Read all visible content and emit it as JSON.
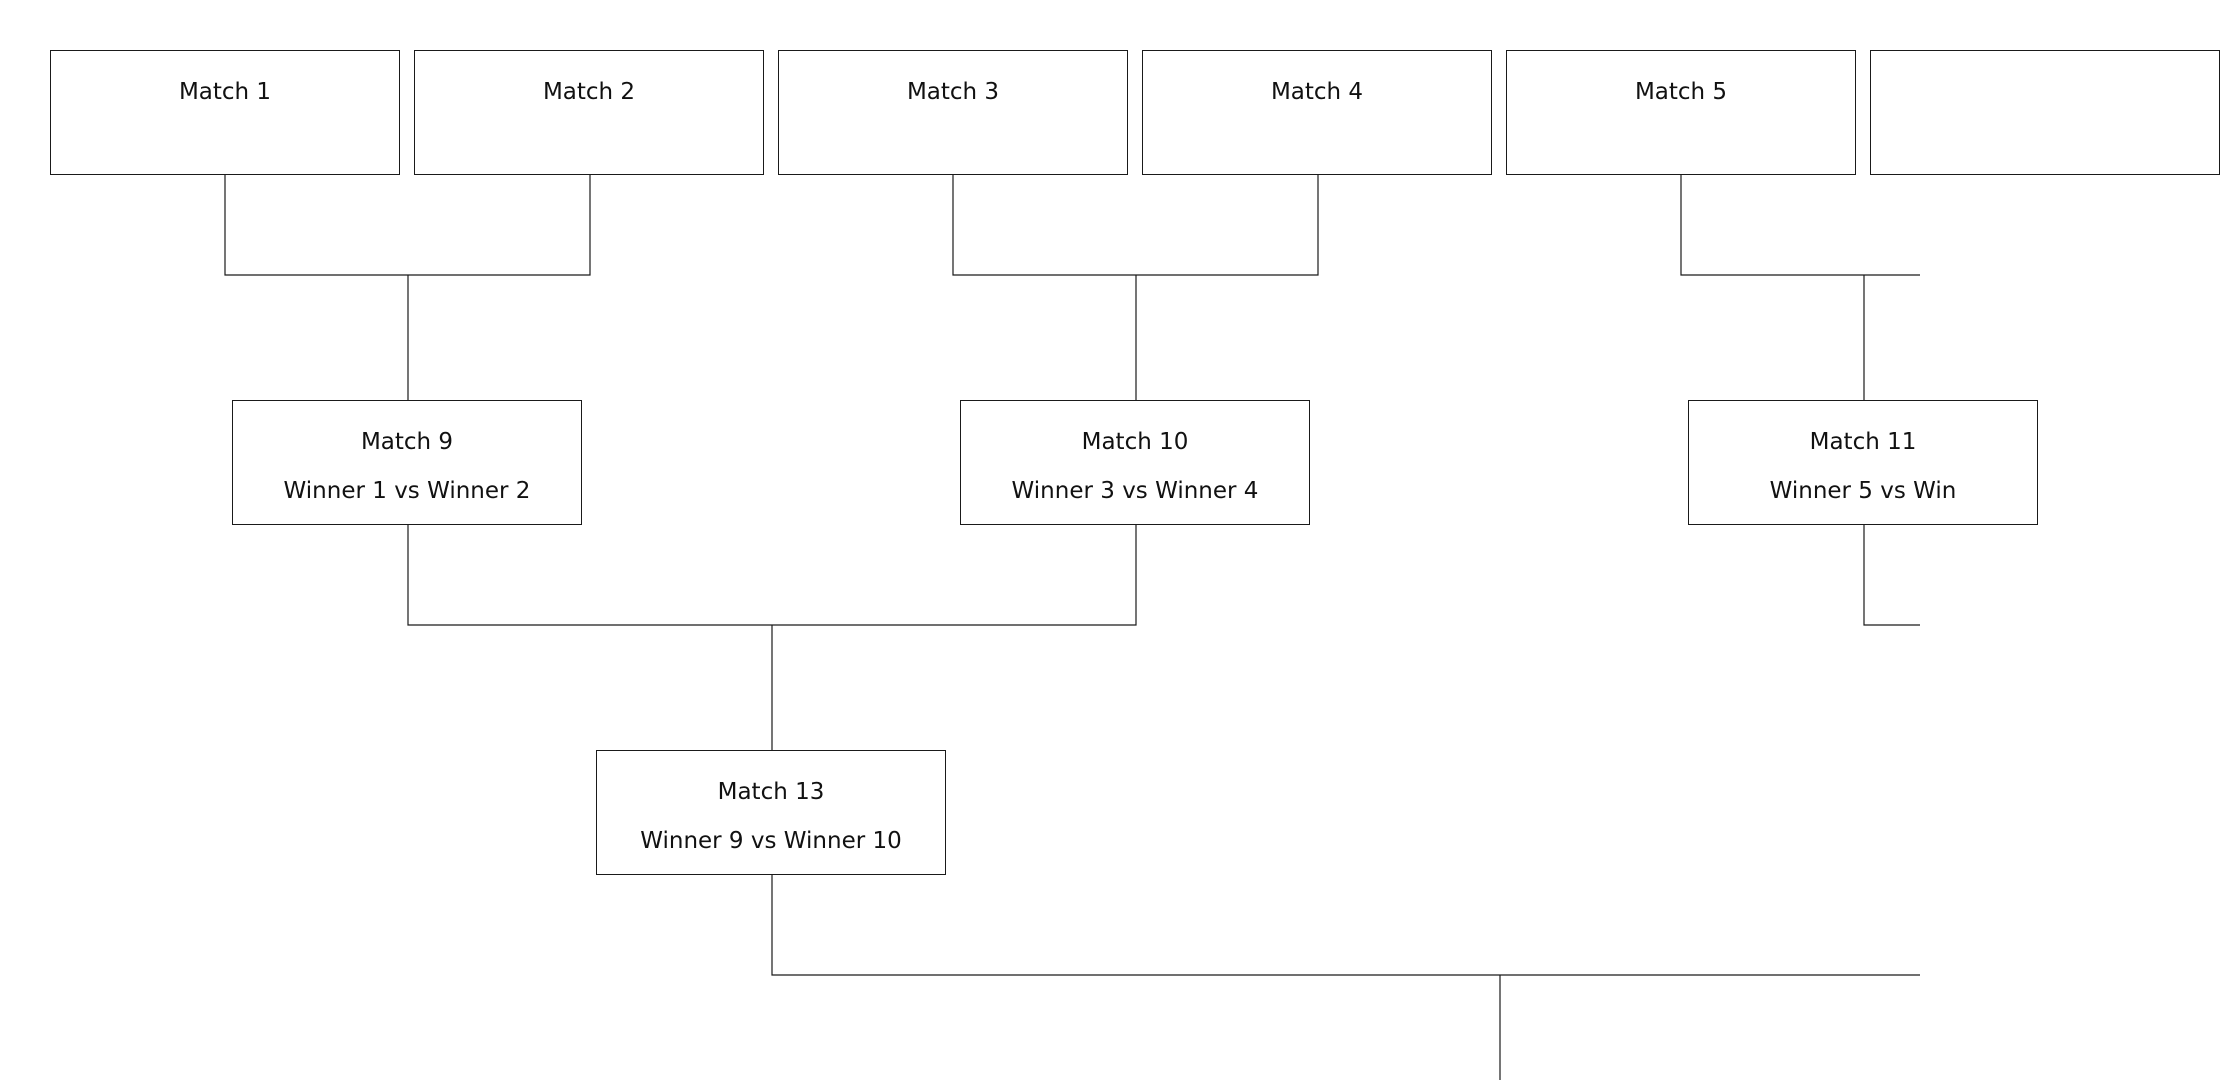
{
  "bracket": {
    "matches": [
      {
        "id": "m1",
        "title": "Match 1",
        "subtitle": ""
      },
      {
        "id": "m2",
        "title": "Match 2",
        "subtitle": ""
      },
      {
        "id": "m3",
        "title": "Match 3",
        "subtitle": ""
      },
      {
        "id": "m4",
        "title": "Match 4",
        "subtitle": ""
      },
      {
        "id": "m5",
        "title": "Match 5",
        "subtitle": ""
      },
      {
        "id": "m6",
        "title": "",
        "subtitle": ""
      },
      {
        "id": "m9",
        "title": "Match 9",
        "subtitle": "Winner 1 vs Winner 2"
      },
      {
        "id": "m10",
        "title": "Match 10",
        "subtitle": "Winner 3 vs Winner 4"
      },
      {
        "id": "m11",
        "title": "Match 11",
        "subtitle": "Winner 5 vs Win"
      },
      {
        "id": "m13",
        "title": "Match 13",
        "subtitle": "Winner 9 vs Winner 10"
      }
    ]
  },
  "colors": {
    "line": "#1a1a1a",
    "background": "#ffffff",
    "text": "#111111"
  }
}
